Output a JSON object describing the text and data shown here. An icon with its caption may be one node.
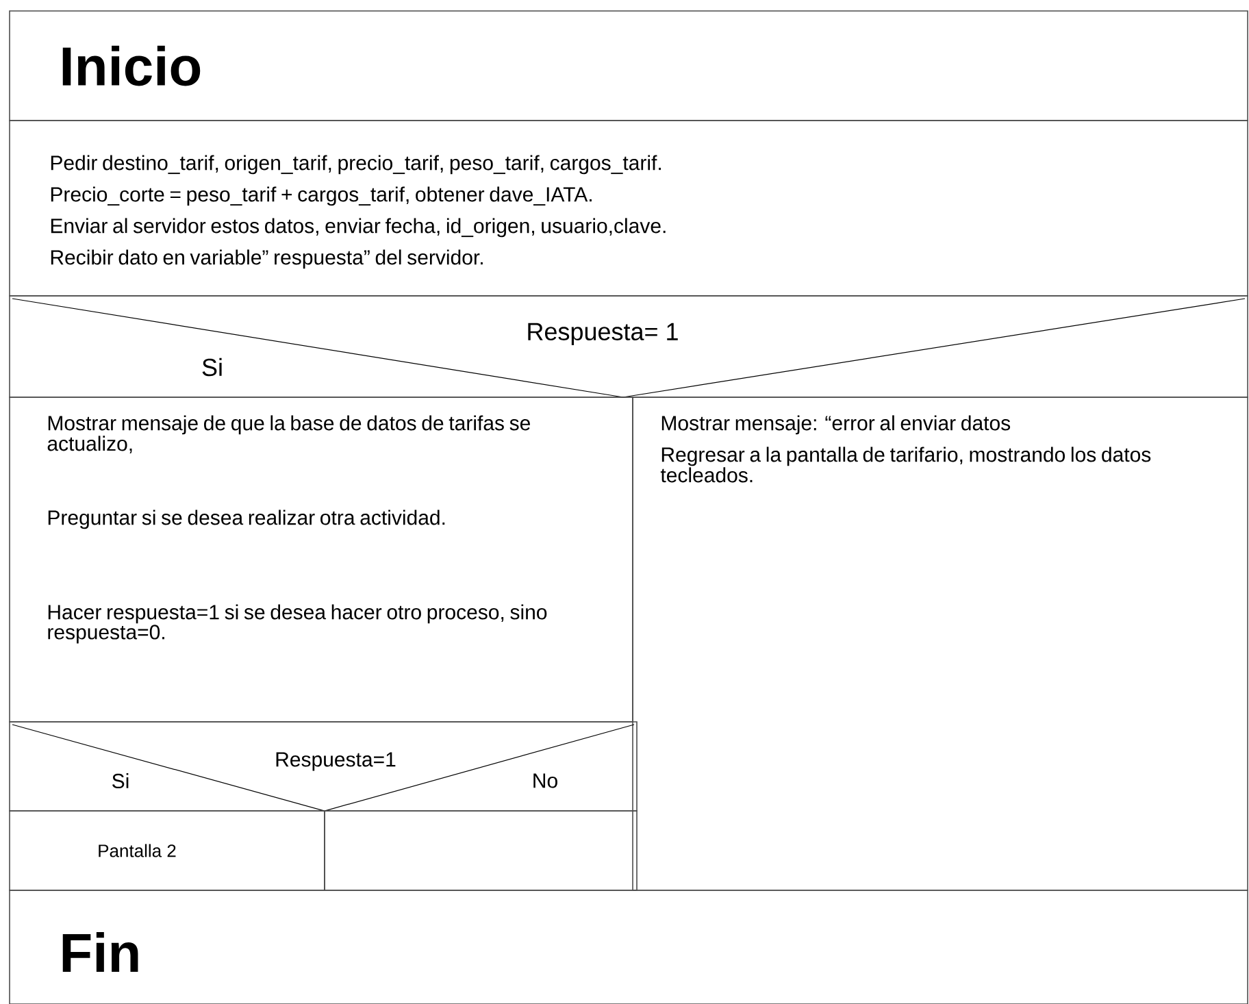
{
  "diagram": {
    "nodes": [
      {
        "text": [
          "Inicio"
        ]
      },
      {
        "text": [
          "Pedir destino_tarif, origen_tarif, precio_tarif, peso_tarif, cargos_tarif.",
          "Precio_corte = peso_tarif + cargos_tarif, obtener dave_IATA.",
          "Enviar al servidor estos datos, enviar fecha, id_origen, usuario,clave.",
          "Recibir dato en variable” respuesta” del servidor."
        ]
      },
      {
        "text": [
          "Respuesta= 1",
          "Si"
        ]
      },
      {
        "text": [
          "Mostrar mensaje de que la base de datos de tarifas se actualizo,",
          "Preguntar si se desea realizar otra actividad.",
          "Hacer respuesta=1 si se desea hacer otro proceso, sino respuesta=0."
        ]
      },
      {
        "text": [
          "Mostrar mensaje: “error al enviar datos",
          "Regresar a la pantalla de tarifario, mostrando los datos tecleados."
        ]
      },
      {
        "text": [
          "Respuesta=1",
          "Si",
          "No"
        ]
      },
      {
        "text": [
          "Pantalla 2"
        ]
      },
      {
        "text": [],
        "shape": "box"
      },
      {
        "text": [
          "Fin"
        ]
      }
    ]
  }
}
